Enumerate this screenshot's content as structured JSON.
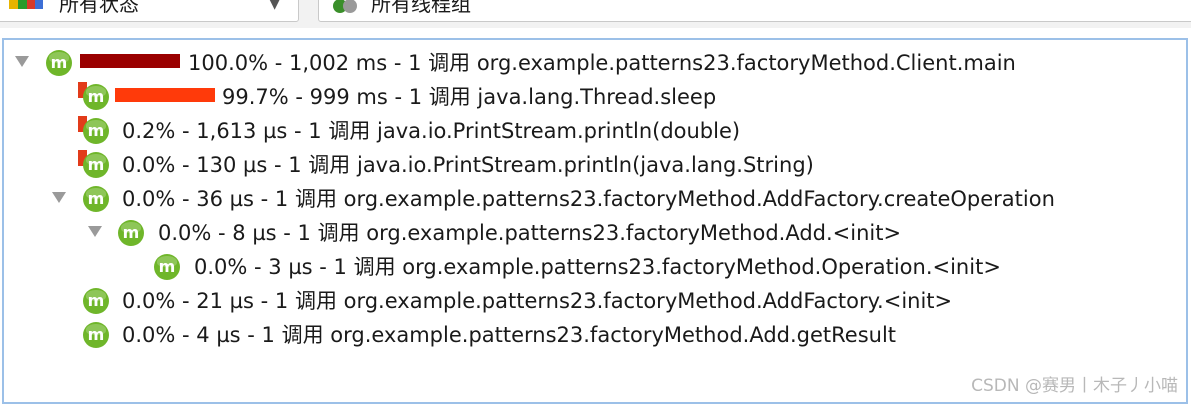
{
  "filters": {
    "state_label": "所有状态",
    "thread_group_label": "所有线程组"
  },
  "call_tree": [
    {
      "text": "100.0% - 1,002 ms - 1 调用 org.example.patterns23.factoryMethod.Client.main",
      "percent": 100.0,
      "expanded": true,
      "bar_color": "#9a0000"
    },
    {
      "text": "99.7% - 999 ms - 1 调用 java.lang.Thread.sleep",
      "percent": 99.7,
      "bar_color": "#ff3a0a"
    },
    {
      "text": "0.2% - 1,613 µs - 1 调用 java.io.PrintStream.println(double)",
      "percent": 0.2
    },
    {
      "text": "0.0% - 130 µs - 1 调用 java.io.PrintStream.println(java.lang.String)",
      "percent": 0.0
    },
    {
      "text": "0.0% - 36 µs - 1 调用 org.example.patterns23.factoryMethod.AddFactory.createOperation",
      "percent": 0.0,
      "expanded": true
    },
    {
      "text": "0.0% - 8 µs - 1 调用 org.example.patterns23.factoryMethod.Add.<init>",
      "percent": 0.0,
      "expanded": true
    },
    {
      "text": "0.0% - 3 µs - 1 调用 org.example.patterns23.factoryMethod.Operation.<init>",
      "percent": 0.0
    },
    {
      "text": "0.0% - 21 µs - 1 调用 org.example.patterns23.factoryMethod.AddFactory.<init>",
      "percent": 0.0
    },
    {
      "text": "0.0% - 4 µs - 1 调用 org.example.patterns23.factoryMethod.Add.getResult",
      "percent": 0.0
    }
  ],
  "method_icon_letter": "m",
  "colors": {
    "method_icon": "#6fb62a",
    "selection_border": "#9cc0e8",
    "flag_red": "#e23b1a"
  },
  "watermark": "CSDN @赛男丨木子丿小喵"
}
